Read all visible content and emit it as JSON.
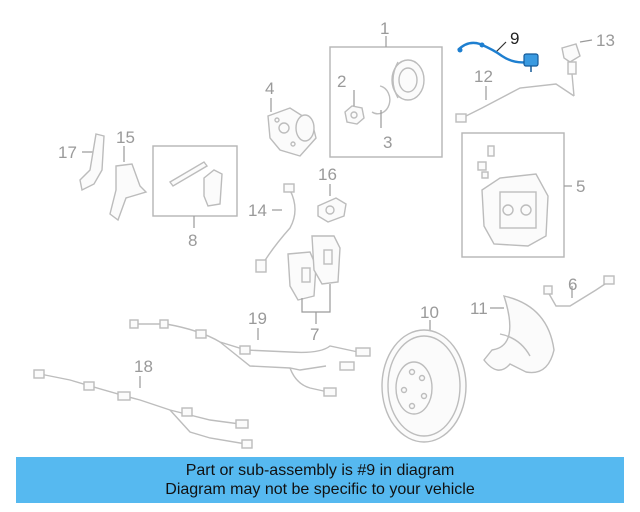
{
  "diagram": {
    "highlight_color": "#1e7fd0",
    "highlighted_part": "9",
    "labels": {
      "p1": "1",
      "p2": "2",
      "p3": "3",
      "p4": "4",
      "p5": "5",
      "p6": "6",
      "p7": "7",
      "p8": "8",
      "p9": "9",
      "p10": "10",
      "p11": "11",
      "p12": "12",
      "p13": "13",
      "p14": "14",
      "p15": "15",
      "p16": "16",
      "p17": "17",
      "p18": "18",
      "p19": "19"
    }
  },
  "footer": {
    "line1": "Part or sub-assembly is #9 in diagram",
    "line2": "Diagram may not be specific to your vehicle",
    "background": "#56b9f0"
  }
}
